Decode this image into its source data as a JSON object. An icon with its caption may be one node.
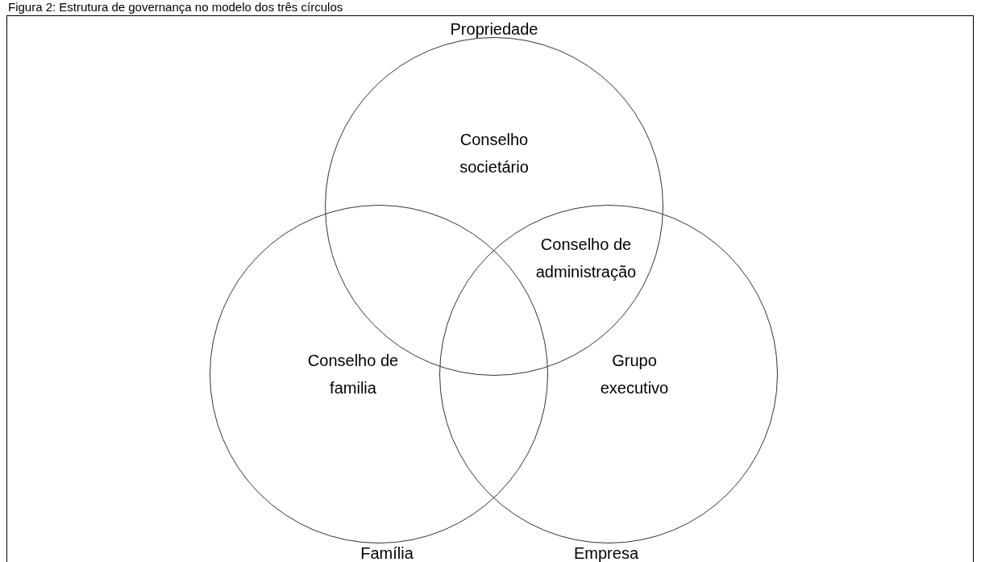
{
  "diagram": {
    "title": "Figura 2: Estrutura de governança no modelo dos três círculos",
    "nodes": [
      {
        "text": [
          "Propriedade",
          "Conselho societário"
        ]
      },
      {
        "text": [
          "Conselho de familia",
          "Família"
        ]
      },
      {
        "text": [
          "Grupo executivo",
          "Empresa"
        ]
      }
    ],
    "labels": [
      "Conselho de administração"
    ]
  }
}
